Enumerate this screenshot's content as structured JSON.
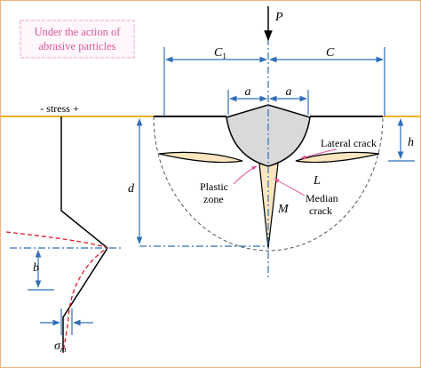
{
  "annotation": {
    "line1": "Under the action of",
    "line2": "abrasive particles"
  },
  "labels": {
    "load": "P",
    "c1": "C",
    "c1_sub": "1",
    "c": "C",
    "a_left": "a",
    "a_right": "a",
    "h": "h",
    "d": "d",
    "b": "b",
    "stress": "- stress +",
    "lateral_crack": "Lateral crack",
    "L": "L",
    "plastic_zone_1": "Plastic",
    "plastic_zone_2": "zone",
    "M": "M",
    "median_crack_1": "Median",
    "median_crack_2": "crack",
    "sigma": "σ",
    "sigma_sub": "m"
  },
  "colors": {
    "surface": "#f5b21b",
    "dimension": "#2f6fb7",
    "stress_curve": "#e0202a",
    "annotation_border": "#f0a3c8",
    "annotation_text": "#e0569a",
    "crack_fill": "#fbe6c0",
    "frame": "#f3b27d"
  }
}
